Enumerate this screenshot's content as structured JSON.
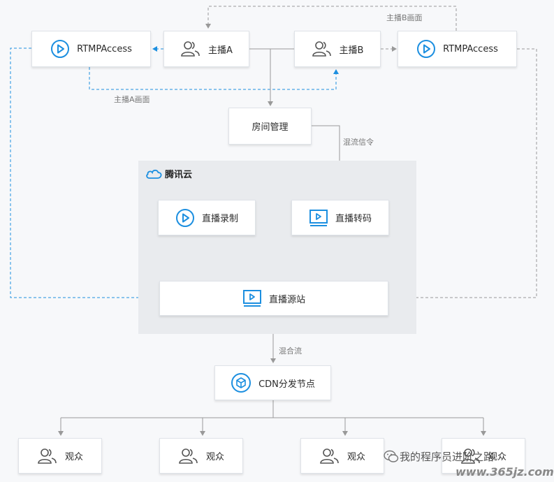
{
  "nodes": {
    "rtmp_a": "RTMPAccess",
    "anchor_a": "主播A",
    "anchor_b": "主播B",
    "rtmp_b": "RTMPAccess",
    "room_mgmt": "房间管理",
    "cloud_title": "腾讯云",
    "live_record": "直播录制",
    "live_transcode": "直播转码",
    "live_origin": "直播源站",
    "cdn": "CDN分发节点",
    "viewers": [
      "观众",
      "观众",
      "观众",
      "观众"
    ]
  },
  "edge_labels": {
    "anchor_b_video": "主播B画面",
    "anchor_a_video": "主播A画面",
    "mix_signal": "混流信令",
    "mixed_stream": "混合流"
  },
  "watermark": {
    "text": "我的程序员进阶之路",
    "url": "www.365jz.com"
  },
  "colors": {
    "accent": "#1c8fe0",
    "dashed_line": "#1c8fe0",
    "gray_line": "#999999",
    "cloud_bg": "#e9ebee"
  }
}
